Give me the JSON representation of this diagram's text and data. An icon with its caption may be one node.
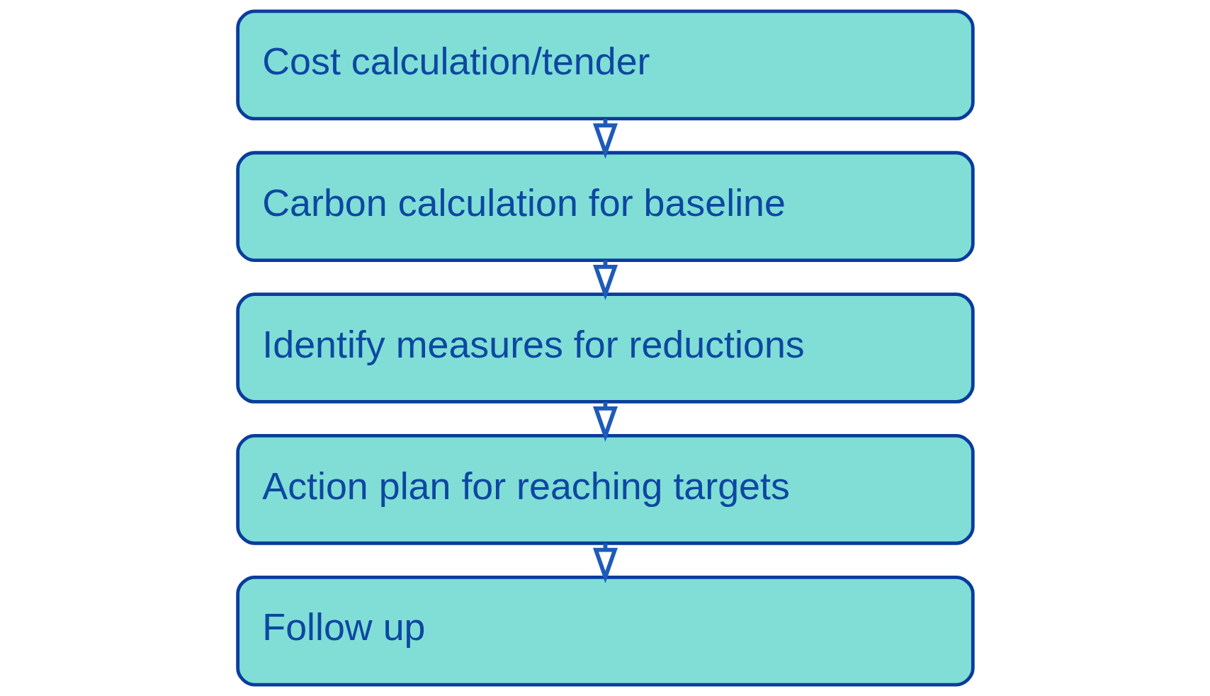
{
  "diagram": {
    "nodes": [
      {
        "text": [
          "Cost calculation/tender"
        ]
      },
      {
        "text": [
          "Carbon calculation for baseline"
        ]
      },
      {
        "text": [
          "Identify measures for reductions"
        ]
      },
      {
        "text": [
          "Action plan for reaching targets"
        ]
      },
      {
        "text": [
          "Follow up"
        ]
      }
    ],
    "edges": [
      {
        "from": 0,
        "to": 1,
        "arrow": "to"
      },
      {
        "from": 1,
        "to": 2,
        "arrow": "to"
      },
      {
        "from": 2,
        "to": 3,
        "arrow": "to"
      },
      {
        "from": 3,
        "to": 4,
        "arrow": "to"
      }
    ]
  }
}
